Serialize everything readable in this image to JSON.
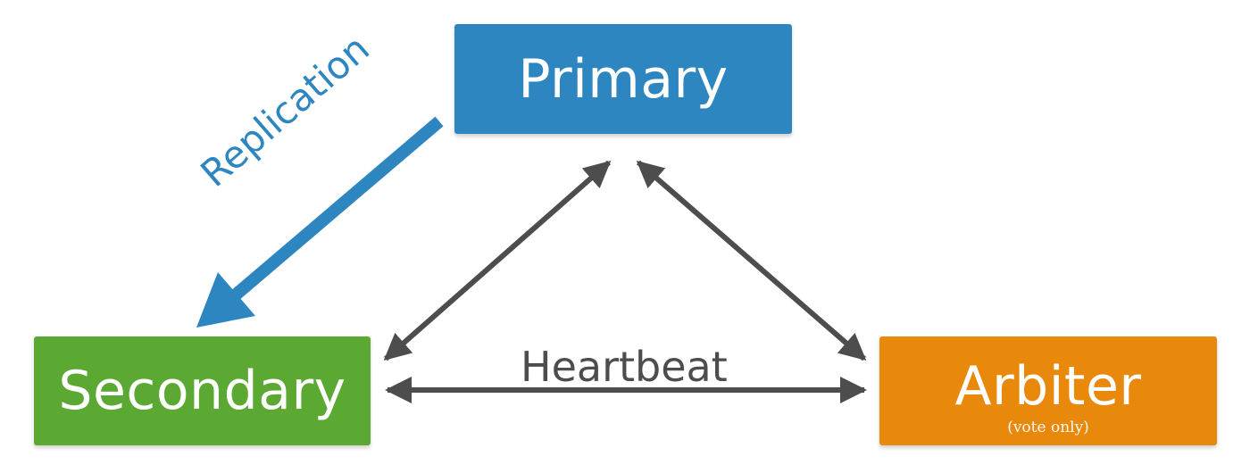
{
  "diagram": {
    "nodes": {
      "primary": {
        "label": "Primary",
        "color": "#2e86c1"
      },
      "secondary": {
        "label": "Secondary",
        "color": "#5ba832"
      },
      "arbiter": {
        "label": "Arbiter",
        "note": "(vote only)",
        "color": "#e8890c"
      }
    },
    "edges": {
      "replication": {
        "label": "Replication",
        "from": "Primary",
        "to": "Secondary",
        "direction": "one-way",
        "color": "#2e86c1"
      },
      "heartbeat_secondary_arbiter": {
        "label": "Heartbeat",
        "from": "Secondary",
        "to": "Arbiter",
        "direction": "two-way",
        "color": "#4d4d4d"
      },
      "heartbeat_primary_secondary": {
        "from": "Primary",
        "to": "Secondary",
        "direction": "two-way",
        "color": "#4d4d4d"
      },
      "heartbeat_primary_arbiter": {
        "from": "Primary",
        "to": "Arbiter",
        "direction": "two-way",
        "color": "#4d4d4d"
      }
    }
  }
}
